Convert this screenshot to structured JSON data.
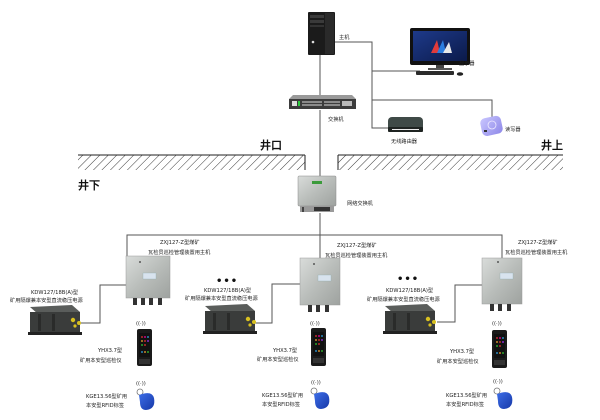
{
  "zones": {
    "shaft_mouth": "井口",
    "above_ground": "井上",
    "underground": "井下"
  },
  "surface": {
    "host": "主机",
    "monitor": "显示器",
    "switch": "交换机",
    "router": "无线路由器",
    "reader": "读写器"
  },
  "underground": {
    "network_switch": "网络交换机",
    "ellipsis": "•••",
    "stations": [
      {
        "host_model": "ZXJ127-Z型煤矿",
        "host_name": "瓦检员巡检管理装置用主机",
        "power_model": "KDW127/18B(A)型",
        "power_name": "矿用隔爆兼本安型直流稳压电源",
        "inspector_model": "YHX3.7型",
        "inspector_name": "矿用本安型巡检仪",
        "tag_model": "KGE13.56型矿用",
        "tag_name": "本安型RFID标签"
      },
      {
        "host_model": "ZXJ127-Z型煤矿",
        "host_name": "瓦检员巡检管理装置用主机",
        "power_model": "KDW127/18B(A)型",
        "power_name": "矿用隔爆兼本安型直流稳压电源",
        "inspector_model": "YHX3.7型",
        "inspector_name": "矿用本安型巡检仪",
        "tag_model": "KGE13.56型矿用",
        "tag_name": "本安型RFID标签"
      },
      {
        "host_model": "ZXJ127-Z型煤矿",
        "host_name": "瓦检员巡检管理装置用主机",
        "power_model": "KDW127/18B(A)型",
        "power_name": "矿用隔爆兼本安型直流稳压电源",
        "inspector_model": "YHX3.7型",
        "inspector_name": "矿用本安型巡检仪",
        "tag_model": "KGE13.56型矿用",
        "tag_name": "本安型RFID标签"
      }
    ]
  }
}
